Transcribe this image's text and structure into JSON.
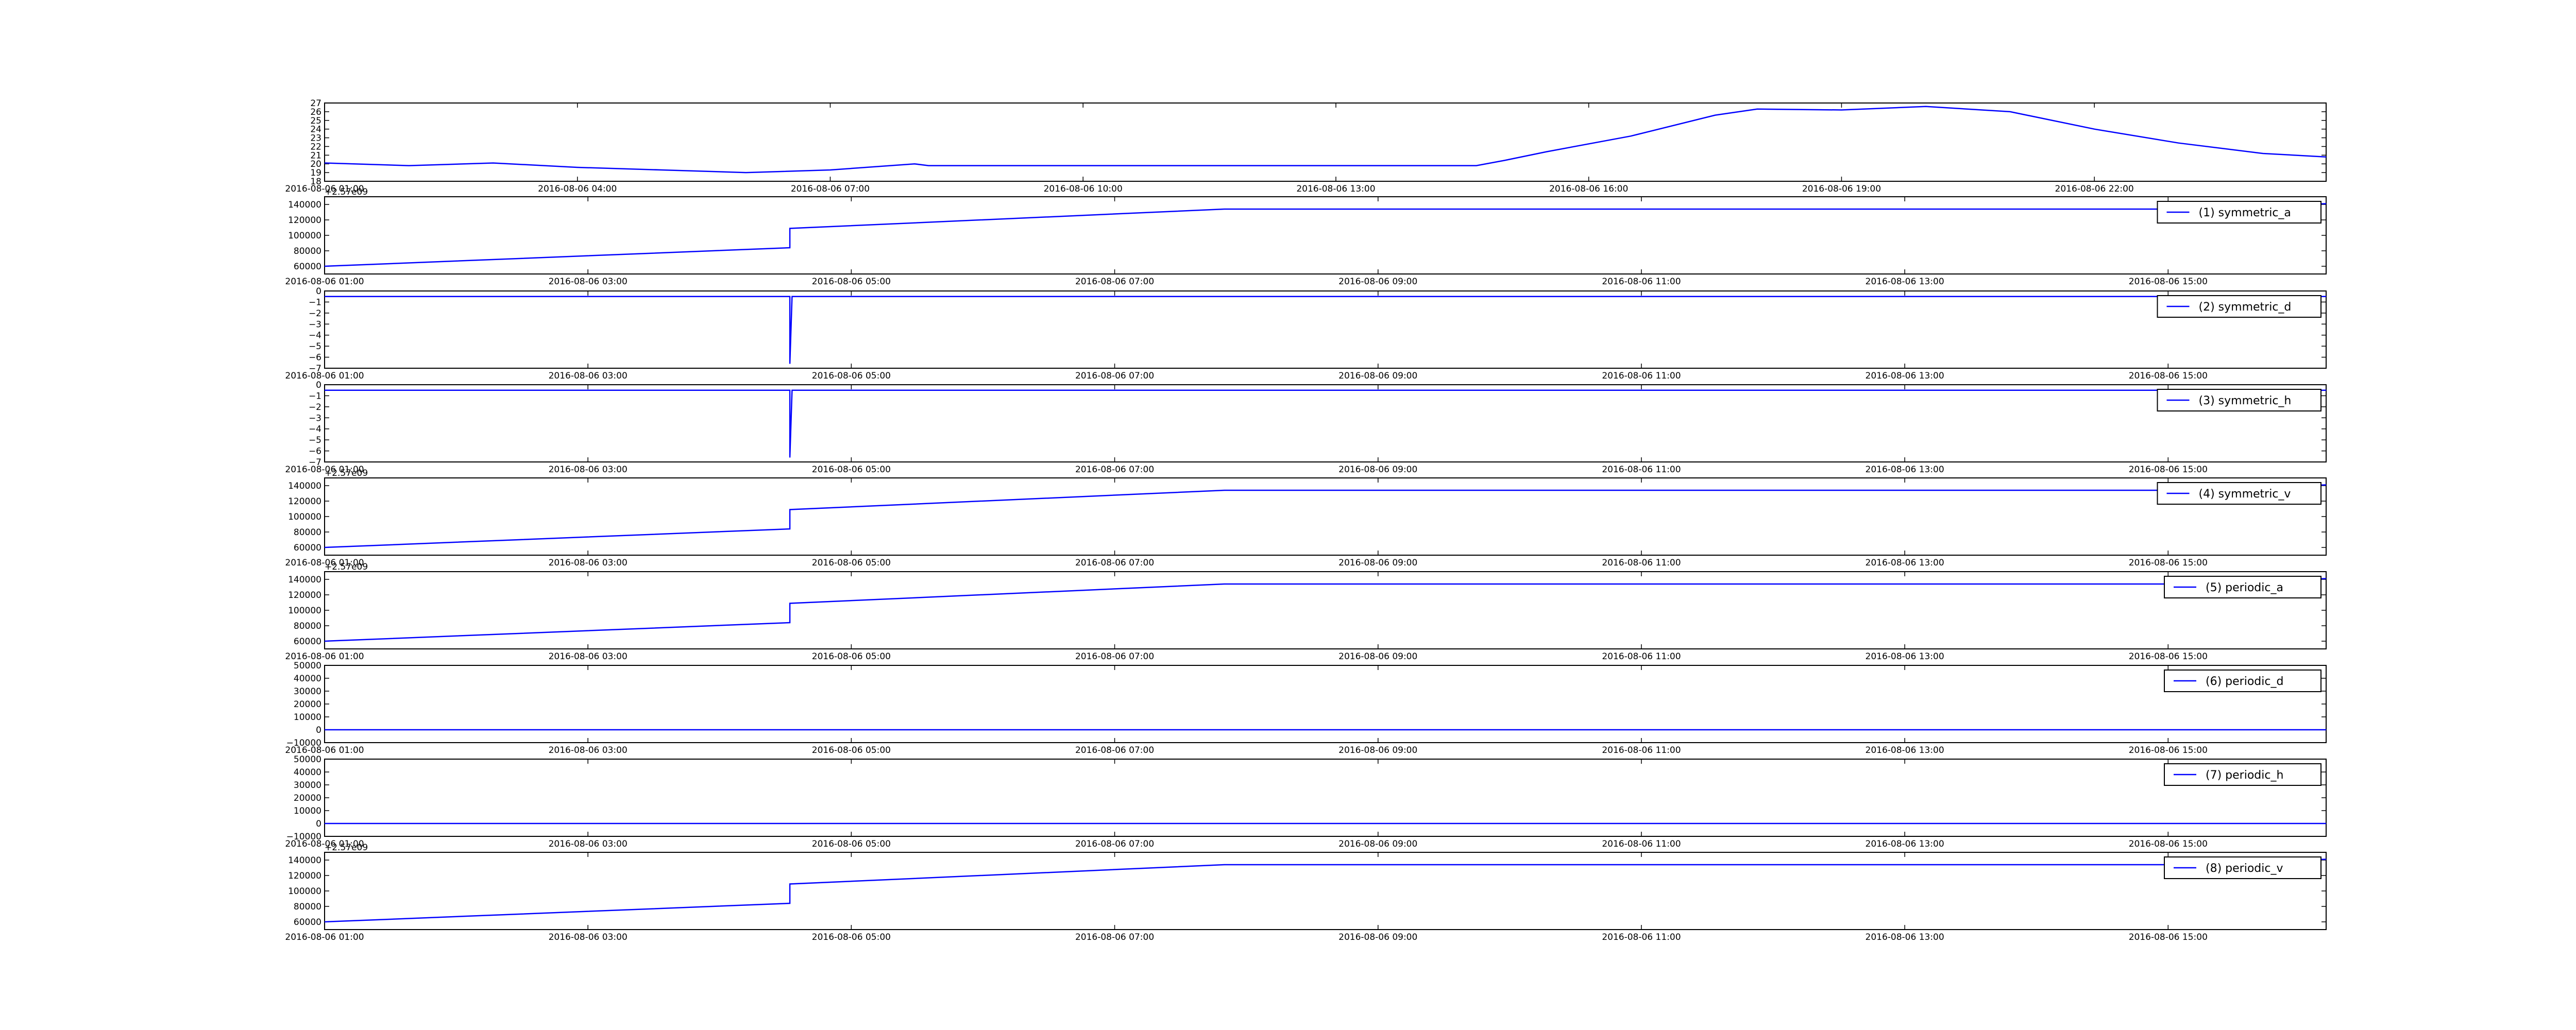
{
  "chart_data": [
    {
      "id": "panel0",
      "type": "line",
      "legend": "",
      "color": "#0000ff",
      "offset_label": "",
      "yticks": [
        18,
        19,
        20,
        21,
        22,
        23,
        24,
        25,
        26,
        27
      ],
      "ylim": [
        18,
        27
      ],
      "xticks": [
        "2016-08-06 01:00",
        "2016-08-06 04:00",
        "2016-08-06 07:00",
        "2016-08-06 10:00",
        "2016-08-06 13:00",
        "2016-08-06 16:00",
        "2016-08-06 19:00",
        "2016-08-06 22:00"
      ],
      "xlim": [
        "2016-08-06 01:00",
        "2016-08-07 00:45"
      ],
      "x": [
        "2016-08-06 01:00",
        "2016-08-06 02:00",
        "2016-08-06 03:00",
        "2016-08-06 04:00",
        "2016-08-06 05:00",
        "2016-08-06 06:00",
        "2016-08-06 07:00",
        "2016-08-06 08:00",
        "2016-08-06 08:10",
        "2016-08-06 09:00",
        "2016-08-06 12:00",
        "2016-08-06 14:40",
        "2016-08-06 15:00",
        "2016-08-06 15:30",
        "2016-08-06 16:30",
        "2016-08-06 17:30",
        "2016-08-06 18:00",
        "2016-08-06 19:00",
        "2016-08-06 20:00",
        "2016-08-06 21:00",
        "2016-08-06 22:00",
        "2016-08-06 23:00",
        "2016-08-07 00:00",
        "2016-08-07 00:45"
      ],
      "y": [
        20.1,
        19.8,
        20.1,
        19.6,
        19.3,
        19.0,
        19.3,
        20.0,
        19.8,
        19.8,
        19.8,
        19.8,
        20.4,
        21.4,
        23.2,
        25.6,
        26.3,
        26.2,
        26.6,
        26.0,
        24.0,
        22.4,
        21.2,
        20.8
      ]
    },
    {
      "id": "panel1",
      "type": "line",
      "legend": "(1) symmetric_a",
      "color": "#0000ff",
      "offset_label": "+2.57e09",
      "yticks": [
        60000,
        80000,
        100000,
        120000,
        140000
      ],
      "ylim": [
        50000,
        150000
      ],
      "xticks": [
        "2016-08-06 01:00",
        "2016-08-06 03:00",
        "2016-08-06 05:00",
        "2016-08-06 07:00",
        "2016-08-06 09:00",
        "2016-08-06 11:00",
        "2016-08-06 13:00",
        "2016-08-06 15:00"
      ],
      "xlim": [
        "2016-08-06 01:00",
        "2016-08-06 16:12"
      ],
      "x": [
        "2016-08-06 01:00",
        "2016-08-06 04:32",
        "2016-08-06 04:32",
        "2016-08-06 07:50",
        "2016-08-06 15:00",
        "2016-08-06 16:12"
      ],
      "y": [
        60000,
        84000,
        109000,
        134000,
        134000,
        141000
      ]
    },
    {
      "id": "panel2",
      "type": "line",
      "legend": "(2) symmetric_d",
      "color": "#0000ff",
      "offset_label": "",
      "yticks": [
        -7,
        -6,
        -5,
        -4,
        -3,
        -2,
        -1,
        0
      ],
      "ylim": [
        -7,
        0
      ],
      "xticks": [
        "2016-08-06 01:00",
        "2016-08-06 03:00",
        "2016-08-06 05:00",
        "2016-08-06 07:00",
        "2016-08-06 09:00",
        "2016-08-06 11:00",
        "2016-08-06 13:00",
        "2016-08-06 15:00"
      ],
      "xlim": [
        "2016-08-06 01:00",
        "2016-08-06 16:12"
      ],
      "x": [
        "2016-08-06 01:00",
        "2016-08-06 04:32",
        "2016-08-06 04:32",
        "2016-08-06 04:33",
        "2016-08-06 16:12"
      ],
      "y": [
        -0.5,
        -0.5,
        -6.6,
        -0.5,
        -0.5
      ]
    },
    {
      "id": "panel3",
      "type": "line",
      "legend": "(3) symmetric_h",
      "color": "#0000ff",
      "offset_label": "",
      "yticks": [
        -7,
        -6,
        -5,
        -4,
        -3,
        -2,
        -1,
        0
      ],
      "ylim": [
        -7,
        0
      ],
      "xticks": [
        "2016-08-06 01:00",
        "2016-08-06 03:00",
        "2016-08-06 05:00",
        "2016-08-06 07:00",
        "2016-08-06 09:00",
        "2016-08-06 11:00",
        "2016-08-06 13:00",
        "2016-08-06 15:00"
      ],
      "xlim": [
        "2016-08-06 01:00",
        "2016-08-06 16:12"
      ],
      "x": [
        "2016-08-06 01:00",
        "2016-08-06 04:32",
        "2016-08-06 04:32",
        "2016-08-06 04:33",
        "2016-08-06 16:12"
      ],
      "y": [
        -0.5,
        -0.5,
        -6.6,
        -0.5,
        -0.5
      ]
    },
    {
      "id": "panel4",
      "type": "line",
      "legend": "(4) symmetric_v",
      "color": "#0000ff",
      "offset_label": "+2.57e09",
      "yticks": [
        60000,
        80000,
        100000,
        120000,
        140000
      ],
      "ylim": [
        50000,
        150000
      ],
      "xticks": [
        "2016-08-06 01:00",
        "2016-08-06 03:00",
        "2016-08-06 05:00",
        "2016-08-06 07:00",
        "2016-08-06 09:00",
        "2016-08-06 11:00",
        "2016-08-06 13:00",
        "2016-08-06 15:00"
      ],
      "xlim": [
        "2016-08-06 01:00",
        "2016-08-06 16:12"
      ],
      "x": [
        "2016-08-06 01:00",
        "2016-08-06 04:32",
        "2016-08-06 04:32",
        "2016-08-06 07:50",
        "2016-08-06 15:00",
        "2016-08-06 16:12"
      ],
      "y": [
        60000,
        84000,
        109000,
        134000,
        134000,
        141000
      ]
    },
    {
      "id": "panel5",
      "type": "line",
      "legend": "(5) periodic_a",
      "color": "#0000ff",
      "offset_label": "+2.57e09",
      "yticks": [
        60000,
        80000,
        100000,
        120000,
        140000
      ],
      "ylim": [
        50000,
        150000
      ],
      "xticks": [
        "2016-08-06 01:00",
        "2016-08-06 03:00",
        "2016-08-06 05:00",
        "2016-08-06 07:00",
        "2016-08-06 09:00",
        "2016-08-06 11:00",
        "2016-08-06 13:00",
        "2016-08-06 15:00"
      ],
      "xlim": [
        "2016-08-06 01:00",
        "2016-08-06 16:12"
      ],
      "x": [
        "2016-08-06 01:00",
        "2016-08-06 04:32",
        "2016-08-06 04:32",
        "2016-08-06 07:50",
        "2016-08-06 15:00",
        "2016-08-06 16:12"
      ],
      "y": [
        60000,
        84000,
        109000,
        134000,
        134000,
        141000
      ]
    },
    {
      "id": "panel6",
      "type": "line",
      "legend": "(6) periodic_d",
      "color": "#0000ff",
      "offset_label": "",
      "yticks": [
        -10000,
        0,
        10000,
        20000,
        30000,
        40000,
        50000
      ],
      "ylim": [
        -10000,
        50000
      ],
      "xticks": [
        "2016-08-06 01:00",
        "2016-08-06 03:00",
        "2016-08-06 05:00",
        "2016-08-06 07:00",
        "2016-08-06 09:00",
        "2016-08-06 11:00",
        "2016-08-06 13:00",
        "2016-08-06 15:00"
      ],
      "xlim": [
        "2016-08-06 01:00",
        "2016-08-06 16:12"
      ],
      "x": [
        "2016-08-06 01:00",
        "2016-08-06 16:12"
      ],
      "y": [
        0,
        0
      ]
    },
    {
      "id": "panel7",
      "type": "line",
      "legend": "(7) periodic_h",
      "color": "#0000ff",
      "offset_label": "",
      "yticks": [
        -10000,
        0,
        10000,
        20000,
        30000,
        40000,
        50000
      ],
      "ylim": [
        -10000,
        50000
      ],
      "xticks": [
        "2016-08-06 01:00",
        "2016-08-06 03:00",
        "2016-08-06 05:00",
        "2016-08-06 07:00",
        "2016-08-06 09:00",
        "2016-08-06 11:00",
        "2016-08-06 13:00",
        "2016-08-06 15:00"
      ],
      "xlim": [
        "2016-08-06 01:00",
        "2016-08-06 16:12"
      ],
      "x": [
        "2016-08-06 01:00",
        "2016-08-06 16:12"
      ],
      "y": [
        0,
        0
      ]
    },
    {
      "id": "panel8",
      "type": "line",
      "legend": "(8) periodic_v",
      "color": "#0000ff",
      "offset_label": "+2.57e09",
      "yticks": [
        60000,
        80000,
        100000,
        120000,
        140000
      ],
      "ylim": [
        50000,
        150000
      ],
      "xticks": [
        "2016-08-06 01:00",
        "2016-08-06 03:00",
        "2016-08-06 05:00",
        "2016-08-06 07:00",
        "2016-08-06 09:00",
        "2016-08-06 11:00",
        "2016-08-06 13:00",
        "2016-08-06 15:00"
      ],
      "xlim": [
        "2016-08-06 01:00",
        "2016-08-06 16:12"
      ],
      "x": [
        "2016-08-06 01:00",
        "2016-08-06 04:32",
        "2016-08-06 04:32",
        "2016-08-06 07:50",
        "2016-08-06 15:00",
        "2016-08-06 16:12"
      ],
      "y": [
        60000,
        84000,
        109000,
        134000,
        134000,
        141000
      ]
    }
  ]
}
